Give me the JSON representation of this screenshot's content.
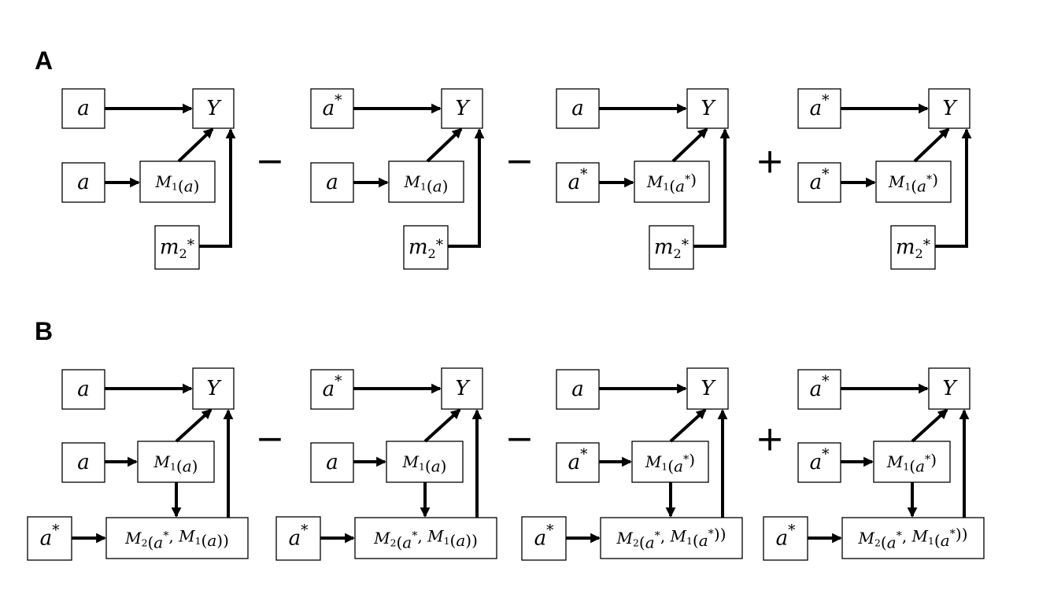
{
  "panels": [
    {
      "label": "A",
      "operators": [
        "−",
        "−",
        "+"
      ],
      "diagrams": [
        {
          "nodes": {
            "a_top": "a",
            "y": "Y",
            "a_mid": "a",
            "m1": "M₁(a)",
            "m2": "m₂*"
          }
        },
        {
          "nodes": {
            "a_top": "a*",
            "y": "Y",
            "a_mid": "a",
            "m1": "M₁(a)",
            "m2": "m₂*"
          }
        },
        {
          "nodes": {
            "a_top": "a",
            "y": "Y",
            "a_mid": "a*",
            "m1": "M₁(a*)",
            "m2": "m₂*"
          }
        },
        {
          "nodes": {
            "a_top": "a*",
            "y": "Y",
            "a_mid": "a*",
            "m1": "M₁(a*)",
            "m2": "m₂*"
          }
        }
      ]
    },
    {
      "label": "B",
      "operators": [
        "−",
        "−",
        "+"
      ],
      "diagrams": [
        {
          "nodes": {
            "a_top": "a",
            "y": "Y",
            "a_mid": "a",
            "m1": "M₁(a)",
            "a_bot": "a*",
            "m2": "M₂(a*, M₁(a))"
          }
        },
        {
          "nodes": {
            "a_top": "a*",
            "y": "Y",
            "a_mid": "a",
            "m1": "M₁(a)",
            "a_bot": "a*",
            "m2": "M₂(a*, M₁(a))"
          }
        },
        {
          "nodes": {
            "a_top": "a",
            "y": "Y",
            "a_mid": "a*",
            "m1": "M₁(a*)",
            "a_bot": "a*",
            "m2": "M₂(a*, M₁(a*))"
          }
        },
        {
          "nodes": {
            "a_top": "a*",
            "y": "Y",
            "a_mid": "a*",
            "m1": "M₁(a*)",
            "a_bot": "a*",
            "m2": "M₂(a*, M₁(a*))"
          }
        }
      ]
    }
  ]
}
